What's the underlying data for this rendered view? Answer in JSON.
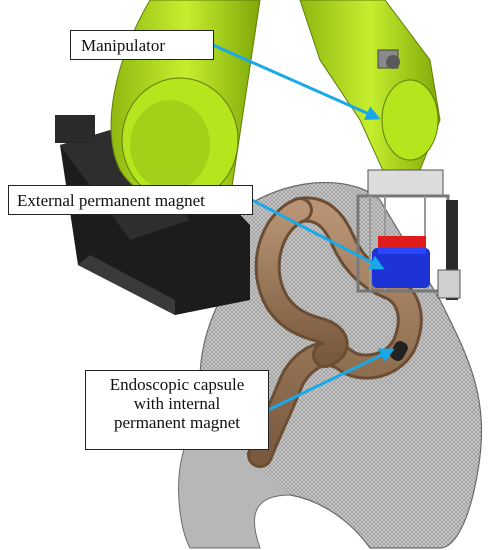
{
  "labels": {
    "manipulator": "Manipulator",
    "external_magnet": "External permanent magnet",
    "capsule_line1": "Endoscopic capsule",
    "capsule_line2": "with internal",
    "capsule_line3": "permanent magnet"
  },
  "colors": {
    "robot_arm": "#b5e61d",
    "robot_arm_shade": "#7fa80a",
    "robot_base": "#1c1c1c",
    "colon": "#9b7b5c",
    "phantom_mesh": "#8f8f8f",
    "magnet_blue": "#1d33d6",
    "magnet_red": "#e01b1b",
    "arrow": "#1aa9e8"
  }
}
